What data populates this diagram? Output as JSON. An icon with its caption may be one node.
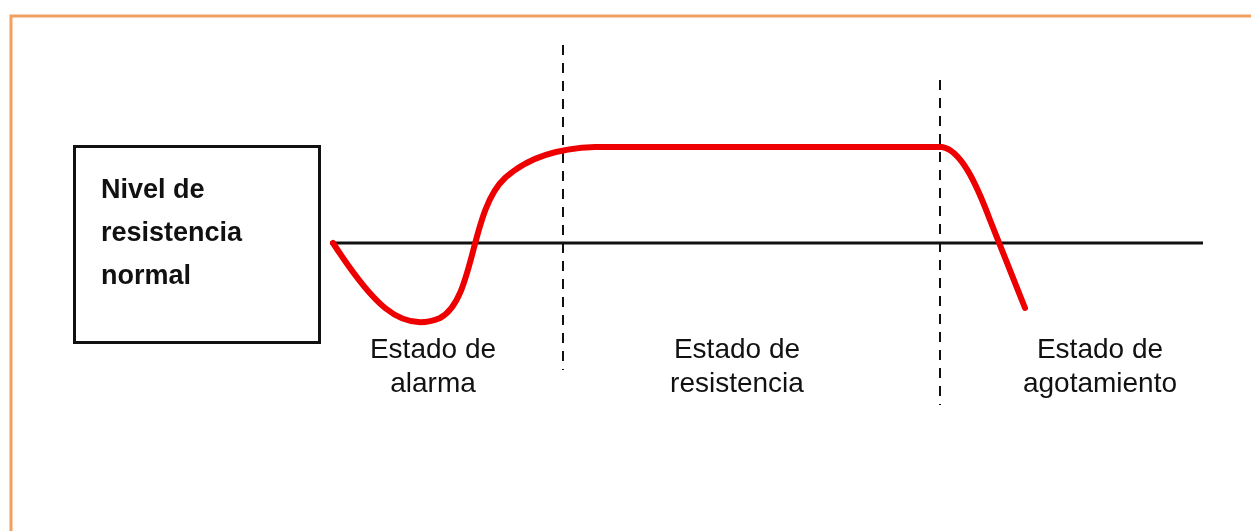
{
  "diagram": {
    "nodes": [
      {
        "text": [
          "Nivel de resistencia normal"
        ]
      }
    ],
    "labels": [
      "Estado de alarma",
      "Estado de resistencia",
      "Estado de agotamiento"
    ]
  }
}
